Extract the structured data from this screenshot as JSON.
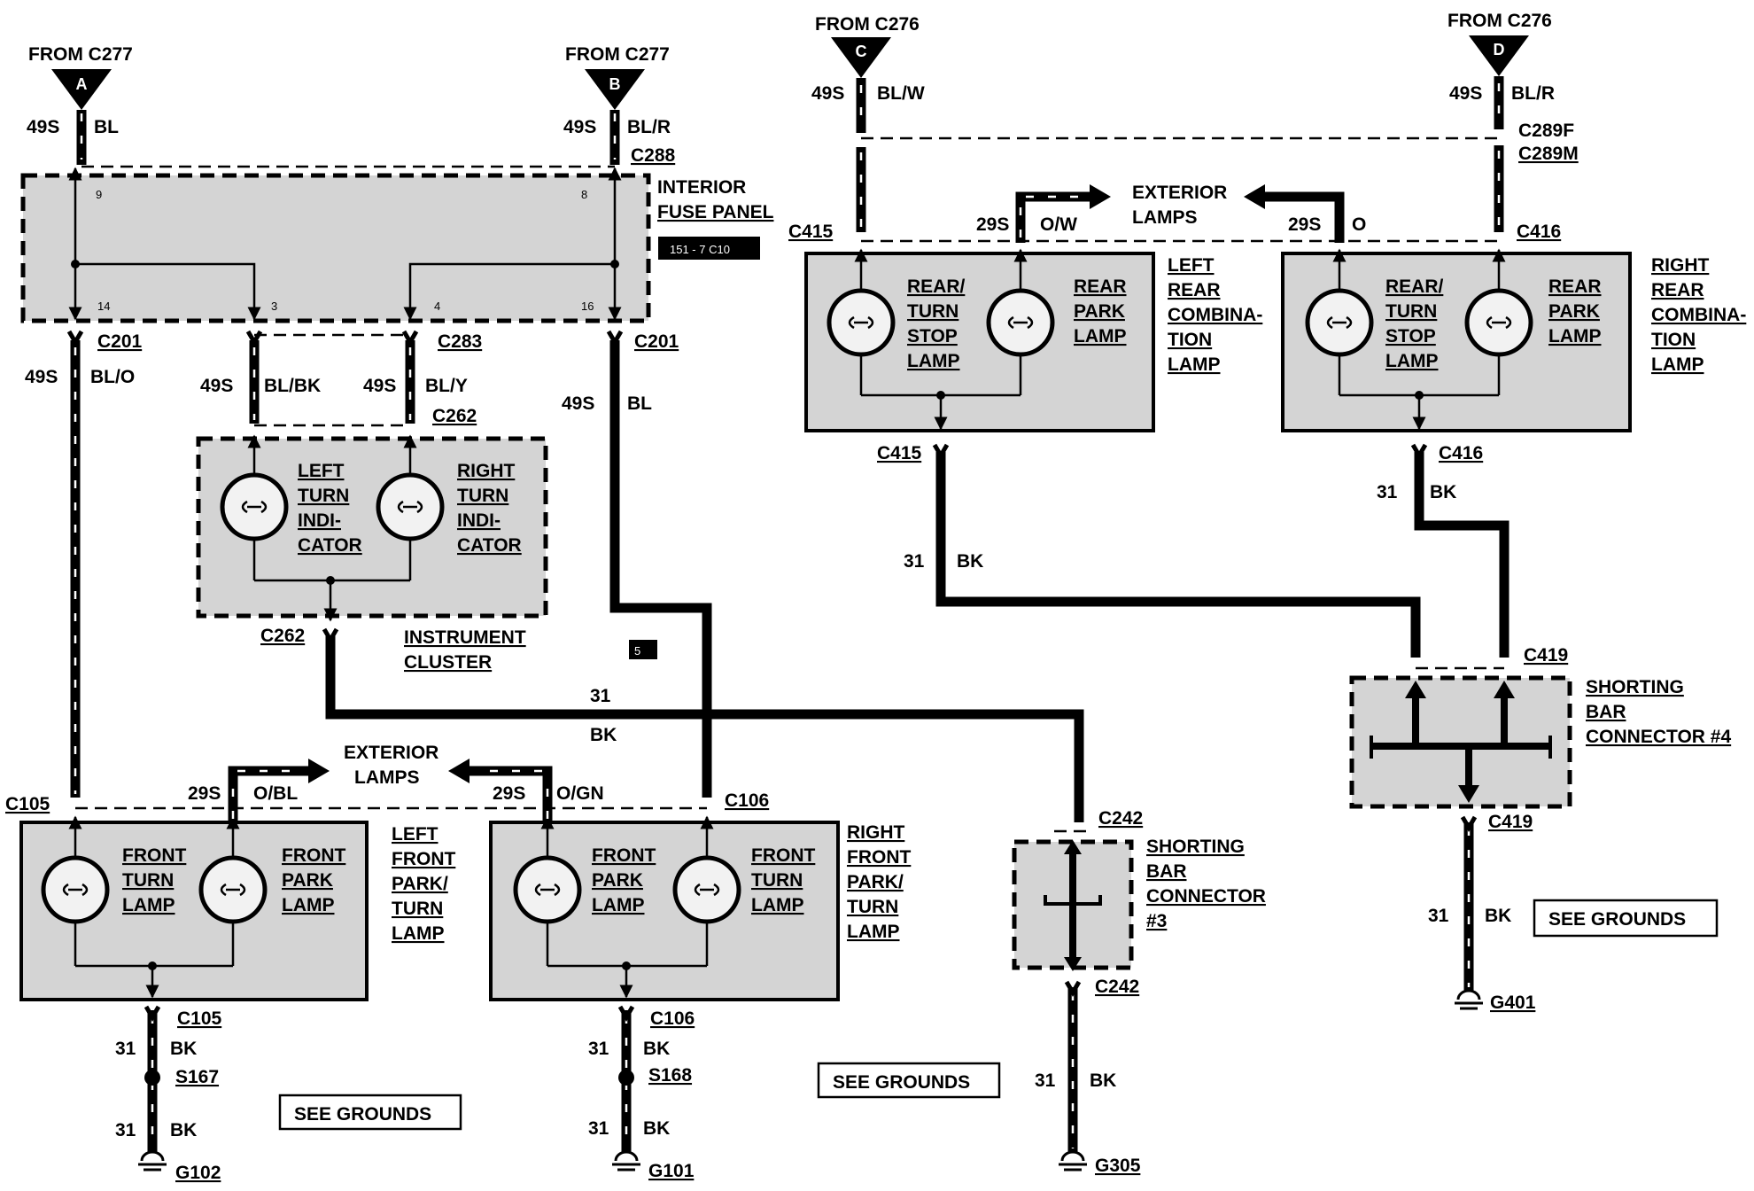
{
  "sources": {
    "a": {
      "from": "FROM C277",
      "letter": "A",
      "gauge": "49S",
      "color": "BL"
    },
    "b": {
      "from": "FROM C277",
      "letter": "B",
      "gauge": "49S",
      "color": "BL/R",
      "connector": "C288"
    },
    "c": {
      "from": "FROM C276",
      "letter": "C",
      "gauge": "49S",
      "color": "BL/W"
    },
    "d": {
      "from": "FROM C276",
      "letter": "D",
      "gauge": "49S",
      "color": "BL/R",
      "connector_f": "C289F",
      "connector_m": "C289M"
    }
  },
  "fuse_panel": {
    "title_1": "INTERIOR",
    "title_2": "FUSE PANEL",
    "ref": "151 - 7 C10",
    "pins": {
      "p9": "9",
      "p8": "8",
      "p14": "14",
      "p3": "3",
      "p4": "4",
      "p16": "16"
    }
  },
  "wires": {
    "c201_left": {
      "connector": "C201",
      "gauge": "49S",
      "color": "BL/O"
    },
    "c283_bk": {
      "gauge": "49S",
      "color": "BL/BK"
    },
    "c283_y": {
      "gauge": "49S",
      "color": "BL/Y",
      "connector": "C283"
    },
    "c262_top": "C262",
    "c201_right": {
      "connector": "C201",
      "gauge": "49S",
      "color": "BL"
    },
    "cluster_gnd": {
      "connector": "C262",
      "gauge": "31",
      "color": "BK"
    },
    "marker": "5"
  },
  "instrument_cluster": {
    "name_1": "INSTRUMENT",
    "name_2": "CLUSTER",
    "left_indicator": [
      "LEFT",
      "TURN",
      "INDI-",
      "CATOR"
    ],
    "right_indicator": [
      "RIGHT",
      "TURN",
      "INDI-",
      "CATOR"
    ]
  },
  "front_lamps": {
    "exterior_1": "EXTERIOR",
    "exterior_2": "LAMPS",
    "left": {
      "connector": "C105",
      "park_gauge": "29S",
      "park_color": "O/BL",
      "turn_lamp": [
        "FRONT",
        "TURN",
        "LAMP"
      ],
      "park_lamp": [
        "FRONT",
        "PARK",
        "LAMP"
      ],
      "name": [
        "LEFT",
        "FRONT",
        "PARK/",
        "TURN",
        "LAMP"
      ],
      "gnd_connector": "C105",
      "gnd_gauge_1": "31",
      "gnd_color_1": "BK",
      "splice": "S167",
      "gnd_gauge_2": "31",
      "gnd_color_2": "BK",
      "ground": "G102"
    },
    "right": {
      "connector": "C106",
      "park_gauge": "29S",
      "park_color": "O/GN",
      "park_lamp": [
        "FRONT",
        "PARK",
        "LAMP"
      ],
      "turn_lamp": [
        "FRONT",
        "TURN",
        "LAMP"
      ],
      "name": [
        "RIGHT",
        "FRONT",
        "PARK/",
        "TURN",
        "LAMP"
      ],
      "gnd_connector": "C106",
      "gnd_gauge_1": "31",
      "gnd_color_1": "BK",
      "splice": "S168",
      "gnd_gauge_2": "31",
      "gnd_color_2": "BK",
      "ground": "G101"
    }
  },
  "see_grounds": "SEE GROUNDS",
  "shorting_bar_3": {
    "connector_top": "C242",
    "connector_bottom": "C242",
    "name": [
      "SHORTING",
      "BAR",
      "CONNECTOR",
      "#3"
    ],
    "gauge": "31",
    "color": "BK",
    "ground": "G305"
  },
  "rear_lamps": {
    "exterior_1": "EXTERIOR",
    "exterior_2": "LAMPS",
    "left": {
      "connector": "C415",
      "park_gauge": "29S",
      "park_color": "O/W",
      "stop_lamp": [
        "REAR/",
        "TURN",
        "STOP",
        "LAMP"
      ],
      "park_lamp": [
        "REAR",
        "PARK",
        "LAMP"
      ],
      "name": [
        "LEFT",
        "REAR",
        "COMBINA-",
        "TION",
        "LAMP"
      ],
      "gnd_connector": "C415",
      "gnd_gauge": "31",
      "gnd_color": "BK"
    },
    "right": {
      "connector": "C416",
      "park_gauge": "29S",
      "park_color": "O",
      "stop_lamp": [
        "REAR/",
        "TURN",
        "STOP",
        "LAMP"
      ],
      "park_lamp": [
        "REAR",
        "PARK",
        "LAMP"
      ],
      "name": [
        "RIGHT",
        "REAR",
        "COMBINA-",
        "TION",
        "LAMP"
      ],
      "gnd_connector": "C416",
      "gnd_gauge": "31",
      "gnd_color": "BK"
    }
  },
  "shorting_bar_4": {
    "connector_top": "C419",
    "connector_bottom": "C419",
    "name": [
      "SHORTING",
      "BAR",
      "CONNECTOR #4"
    ],
    "gauge": "31",
    "color": "BK",
    "ground": "G401"
  }
}
